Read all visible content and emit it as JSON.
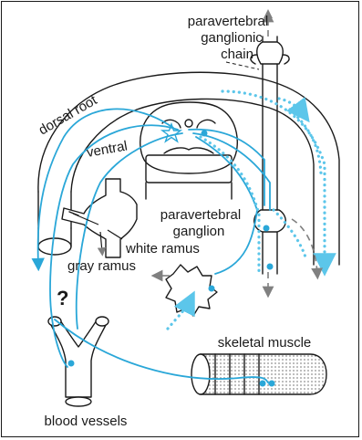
{
  "labels": {
    "paravertebral_chain": [
      "paravertebral",
      "ganglionic",
      "chain"
    ],
    "dorsal_root": "dorsal root",
    "ventral": "ventral",
    "paravertebral_ganglion": [
      "paravertebral",
      "ganglion"
    ],
    "white_ramus": "white ramus",
    "gray_ramus": "gray ramus",
    "question_mark": "?",
    "skeletal_muscle": "skeletal muscle",
    "blood_vessels": "blood vessels"
  },
  "colors": {
    "nerve": "#2aa7d8",
    "dotted_pathway": "#5cc6ea",
    "outline": "#1a1a1a",
    "gray_arrows": "#808080"
  },
  "icons": [
    "star-icon",
    "arrow-up-icon",
    "arrow-down-icon"
  ]
}
